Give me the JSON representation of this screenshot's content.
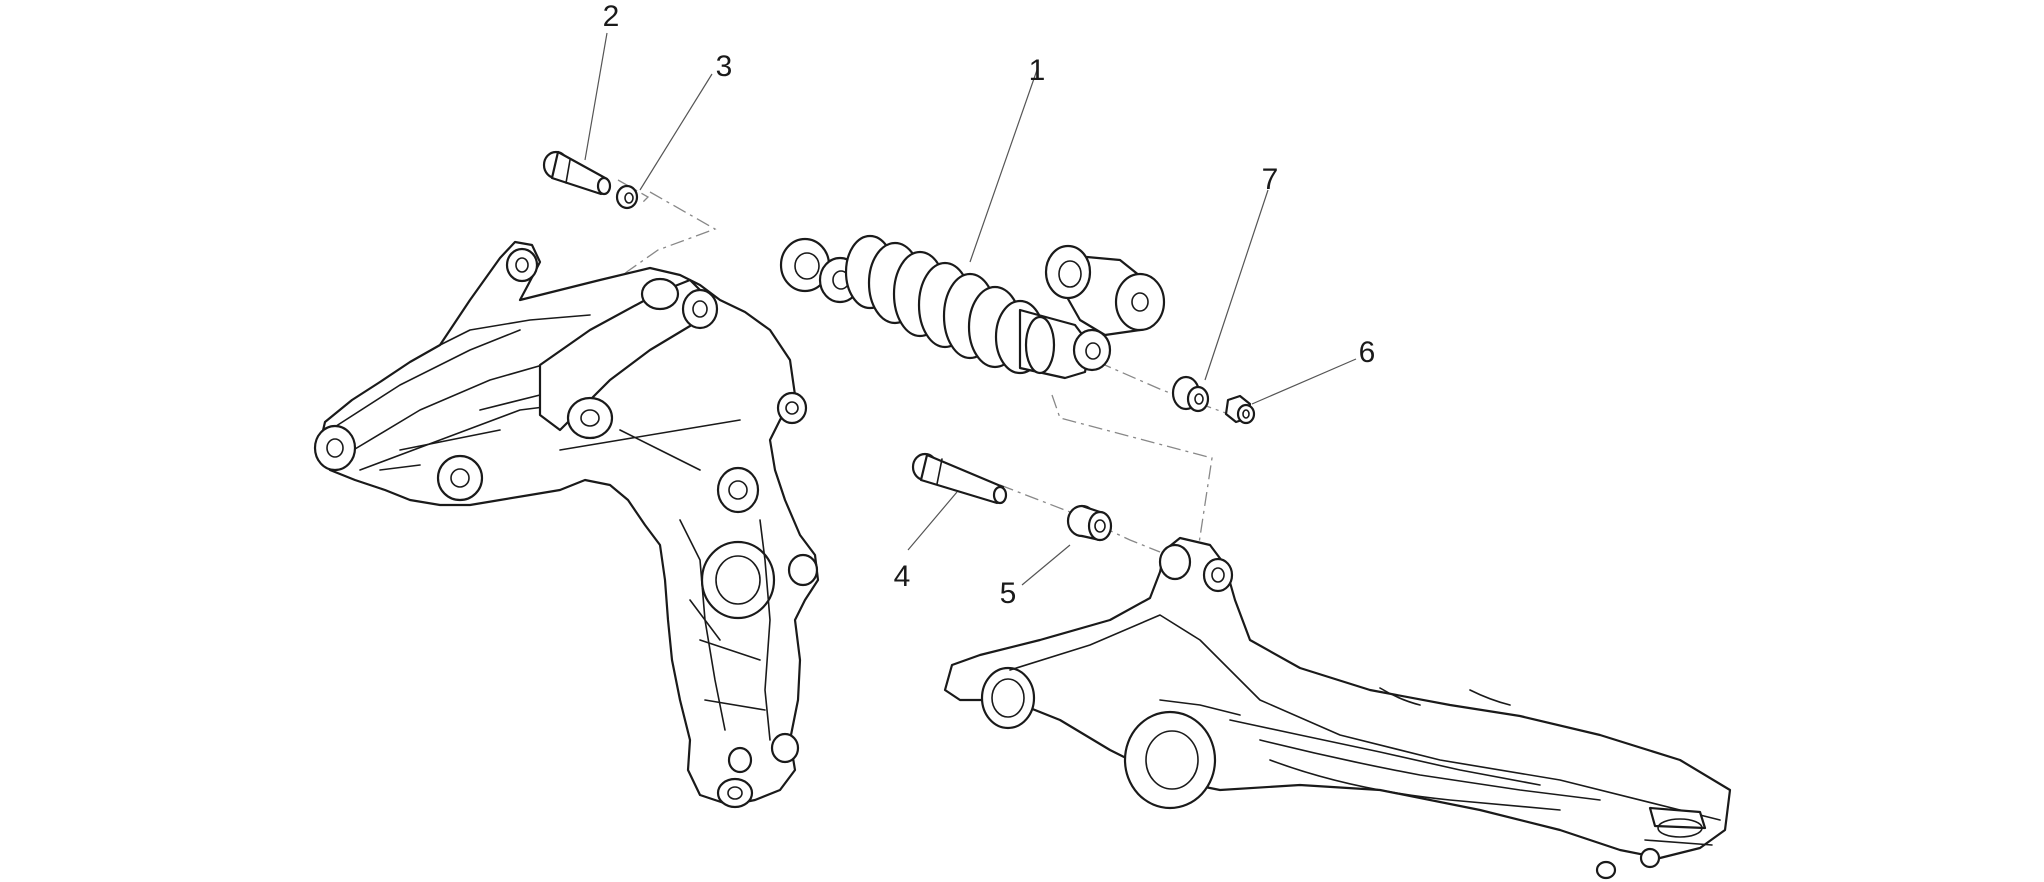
{
  "callouts": {
    "c1": "1",
    "c2": "2",
    "c3": "3",
    "c4": "4",
    "c5": "5",
    "c6": "6",
    "c7": "7"
  },
  "colors": {
    "line": "#1a1a1a",
    "leader": "#555555",
    "axis": "#888888",
    "background": "#ffffff"
  }
}
